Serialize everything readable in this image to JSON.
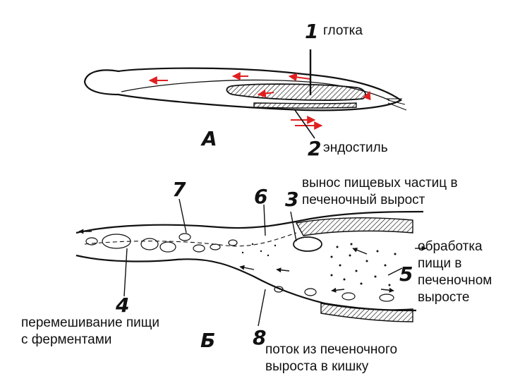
{
  "labels": {
    "glotka": "глотка",
    "endostyle": "эндостиль",
    "removal": "вынос пищевых частиц в\nпеченочный вырост",
    "processing": "обработка\nпищи в\nпеченочном\nвыросте",
    "mixing": "перемешивание пищи\nс ферментами",
    "flow": "поток из печеночного\nвыроста в кишку"
  },
  "numbers": {
    "n1": "1",
    "n2": "2",
    "n3": "3",
    "n4": "4",
    "n5": "5",
    "n6": "6",
    "n7": "7",
    "n8": "8"
  },
  "panels": {
    "a": "А",
    "b": "Б"
  },
  "colors": {
    "ink": "#111111",
    "arrow": "#e02020",
    "paper": "#ffffff"
  }
}
